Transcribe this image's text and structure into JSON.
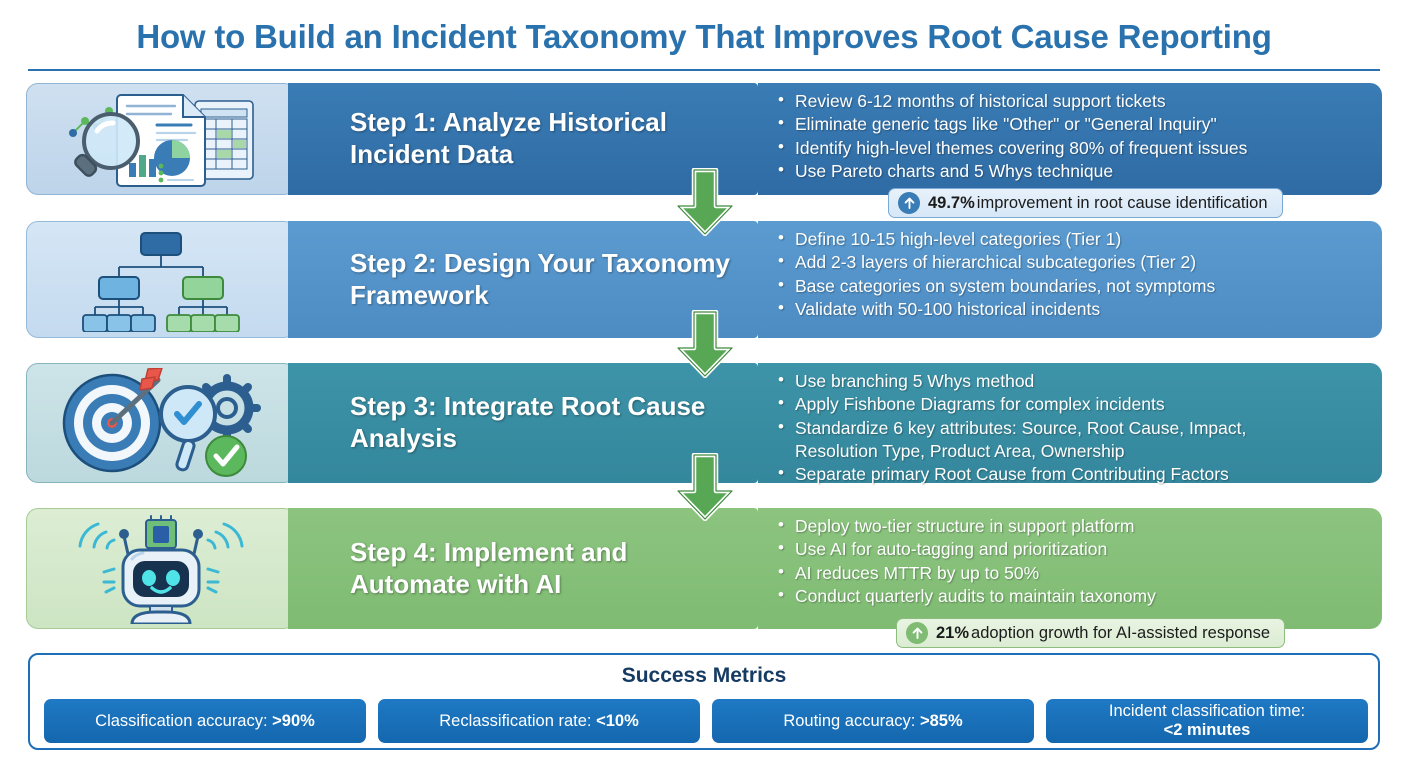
{
  "header": {
    "title": "How to Build an Incident Taxonomy That Improves Root Cause Reporting",
    "title_color": "#2a72ad"
  },
  "steps": [
    {
      "id": "step-1",
      "icon_name": "magnifier-report-chart-icon",
      "title": "Step 1: Analyze Historical Incident Data",
      "accent": "#2f6ba4",
      "panel_bg": "#bdd4ea",
      "bullets": [
        "Review 6-12 months of historical support tickets",
        "Eliminate generic tags like \"Other\" or \"General Inquiry\"",
        "Identify high-level themes covering 80% of frequent issues",
        "Use Pareto charts and 5 Whys technique"
      ],
      "badge": {
        "icon": "arrow-up-circle-icon",
        "value": "49.7%",
        "text": " improvement in root cause identification",
        "color": "#3a7cb5"
      }
    },
    {
      "id": "step-2",
      "icon_name": "hierarchy-tree-icon",
      "title": "Step 2: Design Your Taxonomy Framework",
      "accent": "#4c8cc3",
      "panel_bg": "#c4daef",
      "bullets": [
        "Define 10-15 high-level categories (Tier 1)",
        "Add 2-3 layers of hierarchical subcategories (Tier 2)",
        "Base categories on system boundaries, not symptoms",
        "Validate with 50-100 historical incidents"
      ],
      "badge": null
    },
    {
      "id": "step-3",
      "icon_name": "target-magnifier-gear-check-icon",
      "title": "Step 3: Integrate Root Cause Analysis",
      "accent": "#34879c",
      "panel_bg": "#bcd9de",
      "bullets": [
        "Use branching 5 Whys method",
        "Apply Fishbone Diagrams for complex incidents",
        "Standardize 6 key attributes: Source, Root Cause, Impact,\nResolution Type, Product Area, Ownership",
        "Separate primary Root Cause from Contributing Factors"
      ],
      "badge": null
    },
    {
      "id": "step-4",
      "icon_name": "ai-robot-chip-icon",
      "title": "Step 4: Implement and Automate with AI",
      "accent": "#7fbb73",
      "panel_bg": "#cde5c3",
      "bullets": [
        "Deploy two-tier structure in support platform",
        "Use AI for auto-tagging and prioritization",
        "AI reduces MTTR by up to 50%",
        "Conduct quarterly audits to maintain taxonomy"
      ],
      "badge": {
        "icon": "arrow-up-circle-icon",
        "value": "21%",
        "text": " adoption growth for AI-assisted response",
        "color": "#7fbb73"
      }
    }
  ],
  "connectors": {
    "icon_name": "down-arrow-icon",
    "color": "#57a755",
    "count": 3
  },
  "metrics": {
    "heading": "Success Metrics",
    "border_color": "#1e6fb8",
    "chip_color": "#1467ae",
    "items": [
      {
        "label": "Classification accuracy: ",
        "value": ">90%"
      },
      {
        "label": "Reclassification rate: ",
        "value": "<10%"
      },
      {
        "label": "Routing accuracy: ",
        "value": ">85%"
      },
      {
        "label": "Incident classification time:\n",
        "value": "<2 minutes"
      }
    ]
  }
}
